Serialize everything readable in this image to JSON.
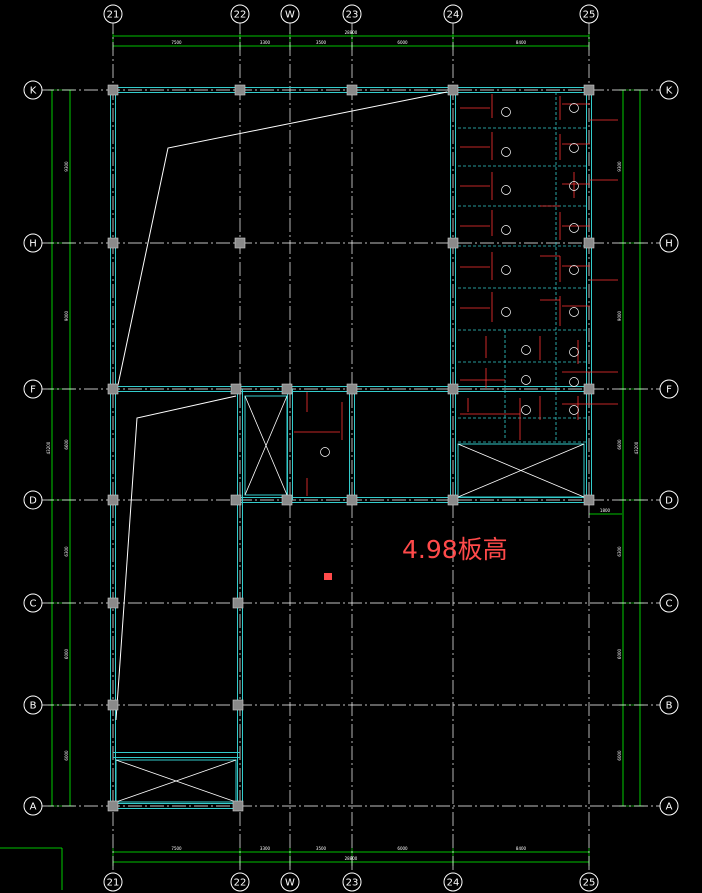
{
  "grid": {
    "columns": [
      "21",
      "22",
      "W",
      "23",
      "24",
      "25"
    ],
    "rows": [
      "K",
      "H",
      "F",
      "D",
      "C",
      "B",
      "A"
    ]
  },
  "dimensions": {
    "top": [
      "7500",
      "3300",
      "3500",
      "6000",
      "8400"
    ],
    "top_total": "28800",
    "bottom": [
      "7500",
      "3300",
      "3500",
      "6000",
      "8400"
    ],
    "bottom_total": "28800",
    "left": [
      "9300",
      "9000",
      "6600",
      "6300",
      "6000",
      "6000"
    ],
    "left_total": "43200",
    "right": [
      "9300",
      "9000",
      "6600",
      "6300",
      "6000",
      "6000"
    ],
    "right_total": "43200",
    "right_offset": "1800"
  },
  "annotation": {
    "text": "4.98板高",
    "color": "#ff4a4a"
  },
  "colors": {
    "grid_line": "#ffffff",
    "axis_bubble": "#ffffff",
    "dimension": "#00ff00",
    "beam": "#33cccc",
    "slab_reinforcement": "#ff3333",
    "column": "#8a8a8a"
  }
}
